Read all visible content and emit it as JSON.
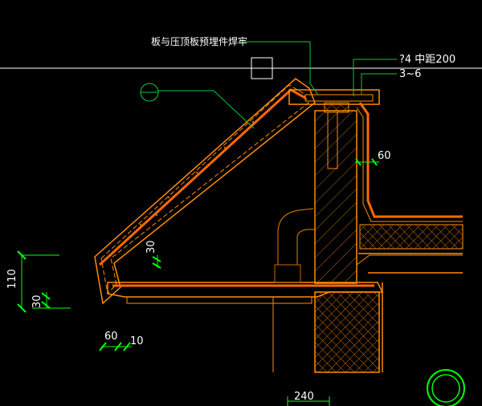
{
  "annotations": {
    "weld_note": "板与压顶板预埋件焊牢",
    "rebar_spec": "?4 中距200",
    "range": "3~6"
  },
  "dimensions": {
    "d60_right": "60",
    "d30_slope": "30",
    "d110": "110",
    "d30_left": "30",
    "d60_bottom": "60",
    "d10": "10",
    "d240": "240"
  },
  "colors": {
    "background": "#000000",
    "outline": "#ff8c00",
    "annotation": "#00cc33",
    "dimension": "#00ff00",
    "text": "#ffffff",
    "hatch": "#c06a00"
  }
}
